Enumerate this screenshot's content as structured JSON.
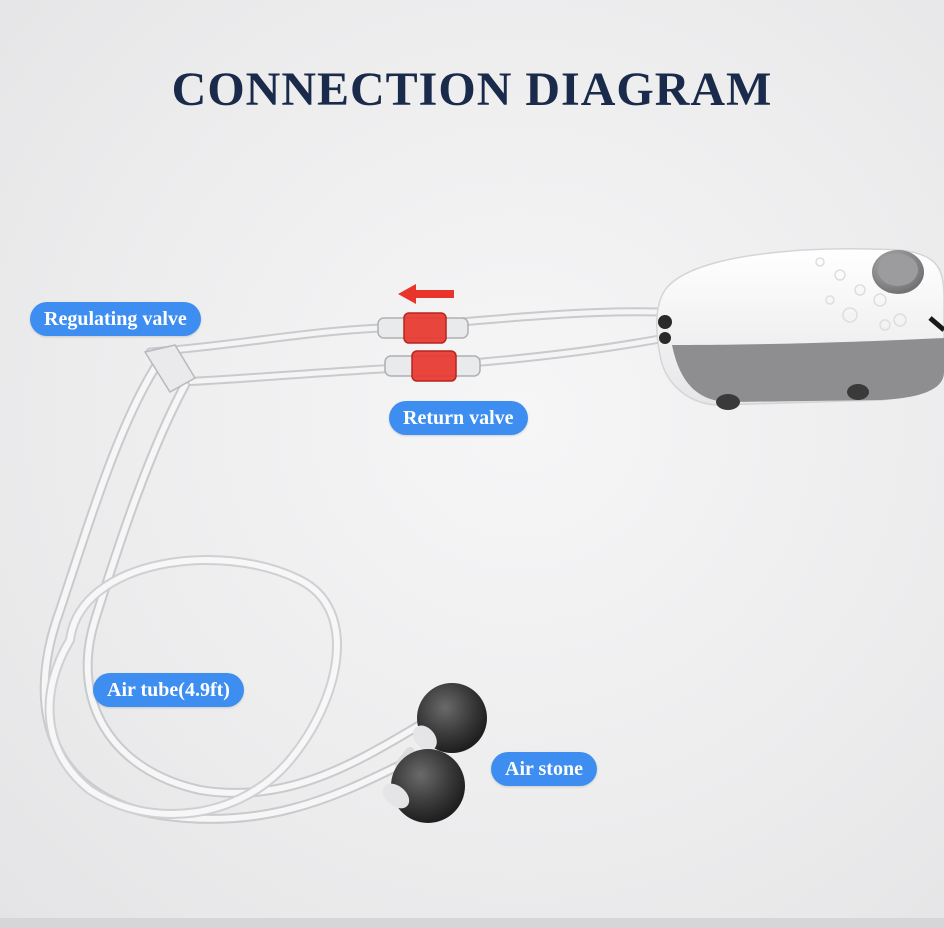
{
  "title": "CONNECTION DIAGRAM",
  "labels": {
    "regulating_valve": "Regulating valve",
    "return_valve": "Return valve",
    "air_tube": "Air tube(4.9ft)",
    "air_stone": "Air stone"
  },
  "colors": {
    "title": "#1a2a4a",
    "label_bg": "#3d8ef0",
    "label_text": "#ffffff",
    "valve_red": "#e8342a",
    "pump_white": "#f7f7f7",
    "pump_gray": "#8e8e90",
    "stone_dark": "#3a3a3a"
  },
  "icons": {
    "flow_arrow": "left-arrow-icon",
    "pump": "air-pump-icon",
    "stone": "air-stone-icon",
    "valve": "inline-valve-icon"
  }
}
